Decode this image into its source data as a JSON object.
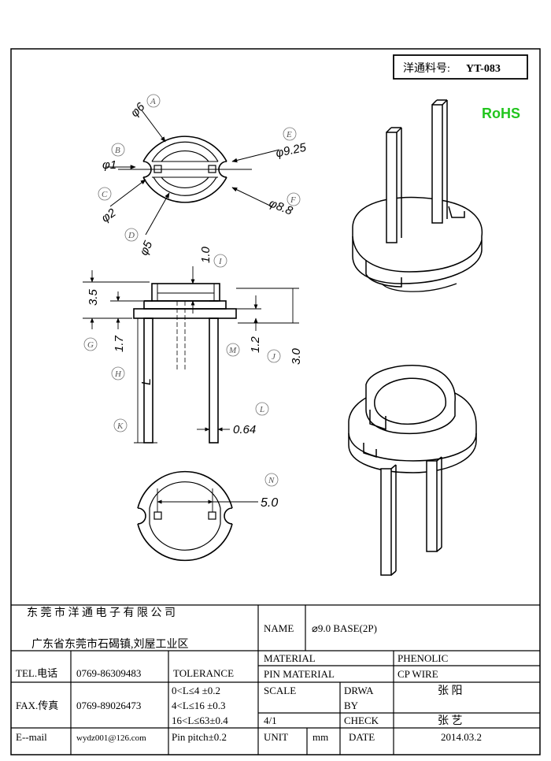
{
  "part_box": {
    "label": "洋通料号:",
    "code": "YT-083"
  },
  "rohs": "RoHS",
  "rohs_color": "#22c51e",
  "top_view": {
    "A": "A",
    "dim_A": "φ6",
    "B": "B",
    "dim_B": "φ1",
    "C": "C",
    "dim_C": "φ2",
    "D": "D",
    "dim_D": "φ5",
    "E": "E",
    "dim_E": "φ9.25",
    "F": "F",
    "dim_F": "φ8.8"
  },
  "side_view": {
    "I": "I",
    "dim_I": "1.0",
    "dim_35": "3.5",
    "G": "G",
    "dim_G": "1.7",
    "H": "H",
    "dim_H": "L",
    "K": "K",
    "M": "M",
    "dim_M": "1.2",
    "J": "J",
    "dim_J": "3.0",
    "L": "L",
    "dim_L": "0.64"
  },
  "bottom_view": {
    "N": "N",
    "dim_N": "5.0"
  },
  "title_block": {
    "company": "东 莞 市 洋 通 电 子 有 限 公 司",
    "address": "广东省东莞市石碣镇,刘屋工业区",
    "name_label": "NAME",
    "name_value": "⌀9.0 BASE(2P)",
    "tel_label": "TEL.电话",
    "tel_value": "0769-86309483",
    "fax_label": "FAX.传真",
    "fax_value": "0769-89026473",
    "email_label": "E--mail",
    "email_value": "wydz001@126.com",
    "tolerance_label": "TOLERANCE",
    "tol_1": "0<L≤4   ±0.2",
    "tol_2": "4<L≤16  ±0.3",
    "tol_3": "16<L≤63±0.4",
    "tol_4": "Pin pitch±0.2",
    "material_label": "MATERIAL",
    "material_value": "PHENOLIC",
    "pin_material_label": "PIN MATERIAL",
    "pin_material_value": "CP WIRE",
    "scale_label": "SCALE",
    "scale_value": "4/1",
    "drawn_label_1": "DRWA",
    "drawn_label_2": "BY",
    "drawn_value": "张 阳",
    "check_label": "CHECK",
    "check_value": "张 艺",
    "unit_label": "UNIT",
    "unit_value": "mm",
    "date_label": "DATE",
    "date_value": "2014.03.2"
  }
}
